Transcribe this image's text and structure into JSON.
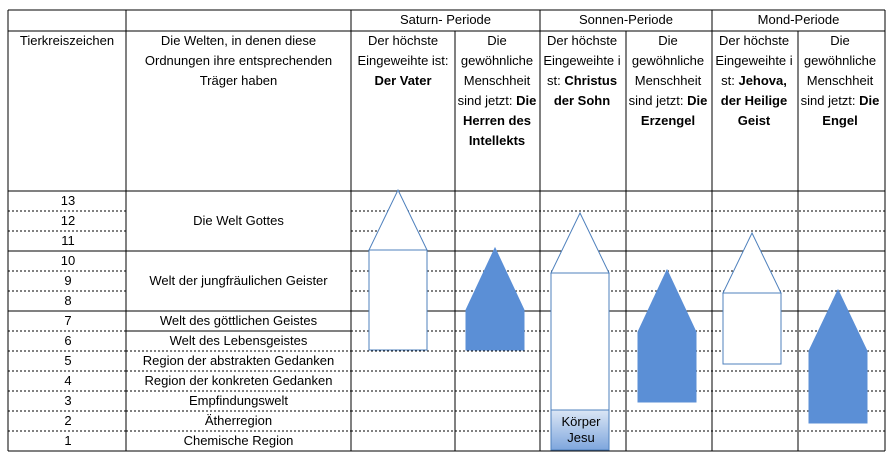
{
  "periods": [
    {
      "name": "Saturn- Periode"
    },
    {
      "name": "Sonnen-Periode"
    },
    {
      "name": "Mond-Periode"
    }
  ],
  "column_headers": {
    "zodiac": "Tierkreiszeichen",
    "worlds": "Die Welten, in denen diese Ordnungen ihre entsprechenden Träger haben"
  },
  "subheaders": [
    {
      "prefix": "Der höchste Eingeweihte ist:",
      "bold": "Der Vater"
    },
    {
      "prefix": "Die gewöhnliche Menschheit sind jetzt:",
      "bold": "Die Herren des Intellekts"
    },
    {
      "prefix": "Der höchste Eingeweihte ist:",
      "bold": "Christus der Sohn"
    },
    {
      "prefix": "Die gewöhnliche Menschheit sind jetzt:",
      "bold": "Die Erzengel"
    },
    {
      "prefix": "Der höchste Eingeweihte ist:",
      "bold": "Jehova, der Heilige Geist"
    },
    {
      "prefix": "Die gewöhnliche Menschheit sind jetzt:",
      "bold": "Die Engel"
    }
  ],
  "zodiac_numbers": [
    "13",
    "12",
    "11",
    "10",
    "9",
    "8",
    "7",
    "6",
    "5",
    "4",
    "3",
    "2",
    "1"
  ],
  "worlds": [
    {
      "label": "Die Welt Gottes",
      "levels": [
        13,
        11
      ]
    },
    {
      "label": "Welt der jungfräulichen Geister",
      "levels": [
        10,
        8
      ]
    },
    {
      "label": "Welt des göttlichen Geistes",
      "levels": [
        7,
        7
      ]
    },
    {
      "label": "Welt des Lebensgeistes",
      "levels": [
        6,
        6
      ]
    },
    {
      "label": "Region der abstrakten Gedanken",
      "levels": [
        5,
        5
      ]
    },
    {
      "label": "Region der konkreten Gedanken",
      "levels": [
        4,
        4
      ]
    },
    {
      "label": "Empfindungswelt",
      "levels": [
        3,
        3
      ]
    },
    {
      "label": "Ätherregion",
      "levels": [
        2,
        2
      ]
    },
    {
      "label": "Chemische Region",
      "levels": [
        1,
        1
      ]
    }
  ],
  "koerper_label": "Körper Jesu",
  "colors": {
    "blue_fill": "#5b8fd6",
    "outline_stroke": "#4f81bd",
    "grid": "#000000",
    "koerper_gradient_top": "#dbe6f5",
    "koerper_gradient_bottom": "#7ea6dd"
  }
}
